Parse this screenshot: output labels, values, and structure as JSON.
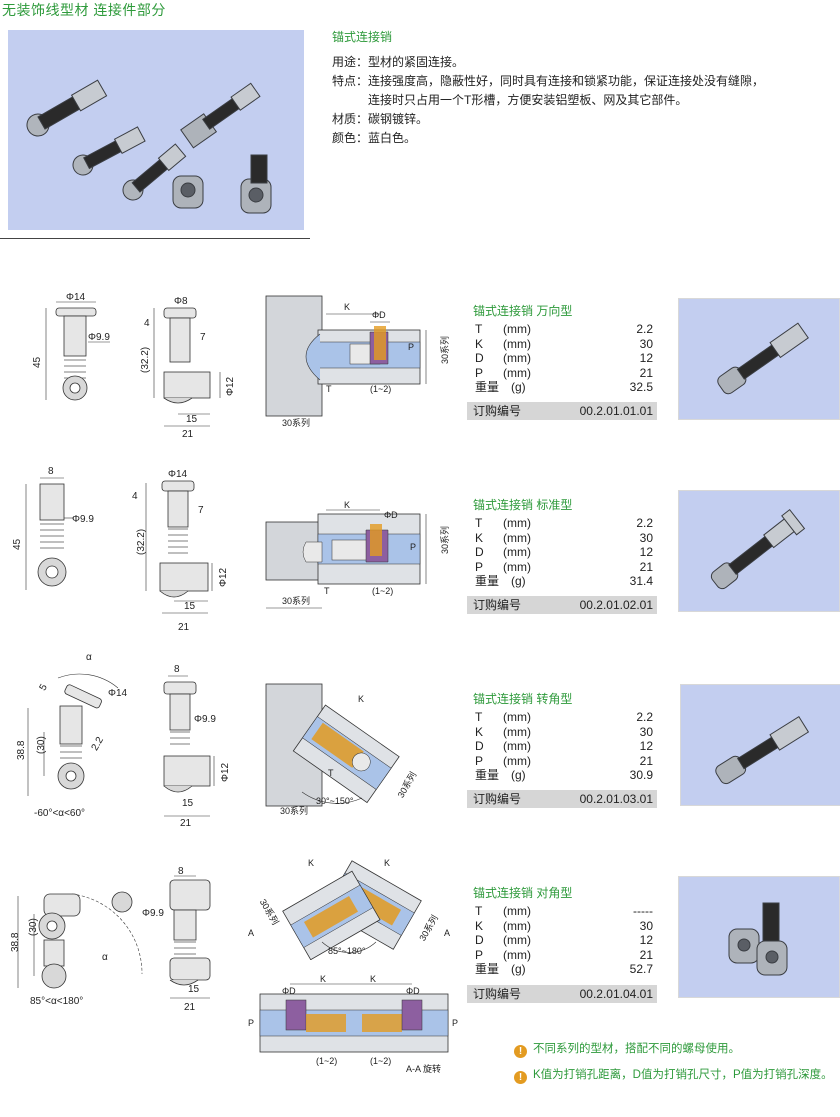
{
  "page": {
    "title": "无装饰线型材 连接件部分"
  },
  "intro": {
    "heading": "锚式连接销",
    "lines": [
      "用途：型材的紧固连接。",
      "特点：连接强度高，隐蔽性好，同时具有连接和锁紧功能，保证连接处没有缝隙，",
      "　　　连接时只占用一个T形槽，方便安装铝塑板、网及其它部件。",
      "材质：碳钢镀锌。",
      "颜色：蓝白色。"
    ]
  },
  "products": [
    {
      "name": "锚式连接销 万向型",
      "specs": [
        {
          "sym": "T",
          "unit": "(mm)",
          "val": "2.2"
        },
        {
          "sym": "K",
          "unit": "(mm)",
          "val": "30"
        },
        {
          "sym": "D",
          "unit": "(mm)",
          "val": "12"
        },
        {
          "sym": "P",
          "unit": "(mm)",
          "val": "21"
        }
      ],
      "weight": {
        "label": "重量",
        "unit": "(g)",
        "val": "32.5"
      },
      "order": {
        "label": "订购编号",
        "code": "00.2.01.01.01"
      },
      "dims": {
        "a": "Φ14",
        "b": "Φ9.9",
        "c": "45",
        "d": "Φ8",
        "e": "4",
        "f": "7",
        "g": "(32.2)",
        "h": "Φ12",
        "i": "15",
        "j": "21"
      },
      "section": {
        "k": "K",
        "d": "ΦD",
        "p": "P",
        "t": "T",
        "gap": "(1~2)",
        "series": "30系列",
        "series2": "30系列"
      }
    },
    {
      "name": "锚式连接销 标准型",
      "specs": [
        {
          "sym": "T",
          "unit": "(mm)",
          "val": "2.2"
        },
        {
          "sym": "K",
          "unit": "(mm)",
          "val": "30"
        },
        {
          "sym": "D",
          "unit": "(mm)",
          "val": "12"
        },
        {
          "sym": "P",
          "unit": "(mm)",
          "val": "21"
        }
      ],
      "weight": {
        "label": "重量",
        "unit": "(g)",
        "val": "31.4"
      },
      "order": {
        "label": "订购编号",
        "code": "00.2.01.02.01"
      },
      "dims": {
        "a": "8",
        "b": "Φ9.9",
        "c": "45",
        "d": "Φ14",
        "e": "4",
        "f": "7",
        "g": "(32.2)",
        "h": "Φ12",
        "i": "15",
        "j": "21"
      },
      "section": {
        "k": "K",
        "d": "ΦD",
        "p": "P",
        "t": "T",
        "gap": "(1~2)",
        "series": "30系列",
        "series2": "30系列"
      }
    },
    {
      "name": "锚式连接销 转角型",
      "specs": [
        {
          "sym": "T",
          "unit": "(mm)",
          "val": "2.2"
        },
        {
          "sym": "K",
          "unit": "(mm)",
          "val": "30"
        },
        {
          "sym": "D",
          "unit": "(mm)",
          "val": "12"
        },
        {
          "sym": "P",
          "unit": "(mm)",
          "val": "21"
        }
      ],
      "weight": {
        "label": "重量",
        "unit": "(g)",
        "val": "30.9"
      },
      "order": {
        "label": "订购编号",
        "code": "00.2.01.03.01"
      },
      "dims": {
        "a": "α",
        "b": "Φ14",
        "c": "38.8",
        "d": "(30)",
        "e": "2.2",
        "f": "5",
        "g": "-60°<α<60°",
        "h": "8",
        "i": "Φ9.9",
        "j": "Φ12",
        "k": "15",
        "l": "21"
      },
      "section": {
        "k": "K",
        "t": "T",
        "angle": "30°~150°",
        "series": "30系列",
        "series2": "30系列"
      }
    },
    {
      "name": "锚式连接销 对角型",
      "specs": [
        {
          "sym": "T",
          "unit": "(mm)",
          "val": "-----"
        },
        {
          "sym": "K",
          "unit": "(mm)",
          "val": "30"
        },
        {
          "sym": "D",
          "unit": "(mm)",
          "val": "12"
        },
        {
          "sym": "P",
          "unit": "(mm)",
          "val": "21"
        }
      ],
      "weight": {
        "label": "重量",
        "unit": "(g)",
        "val": "52.7"
      },
      "order": {
        "label": "订购编号",
        "code": "00.2.01.04.01"
      },
      "dims": {
        "a": "38.8",
        "b": "(30)",
        "c": "α",
        "d": "85°<α<180°",
        "e": "8",
        "f": "Φ9.9",
        "g": "15",
        "h": "21"
      },
      "section": {
        "k": "K",
        "d": "ΦD",
        "p": "P",
        "a": "A",
        "angle": "85°~180°",
        "series": "30系列",
        "gap": "(1~2)",
        "rot": "A-A 旋转"
      }
    }
  ],
  "notes": [
    "不同系列的型材，搭配不同的螺母使用。",
    "K值为打销孔距离，D值为打销孔尺寸，P值为打销孔深度。"
  ],
  "colors": {
    "accent": "#2e9a3b",
    "photo_bg": "#c3cef0",
    "note_icon": "#e39b21",
    "order_bar": "#d6d6d6"
  }
}
